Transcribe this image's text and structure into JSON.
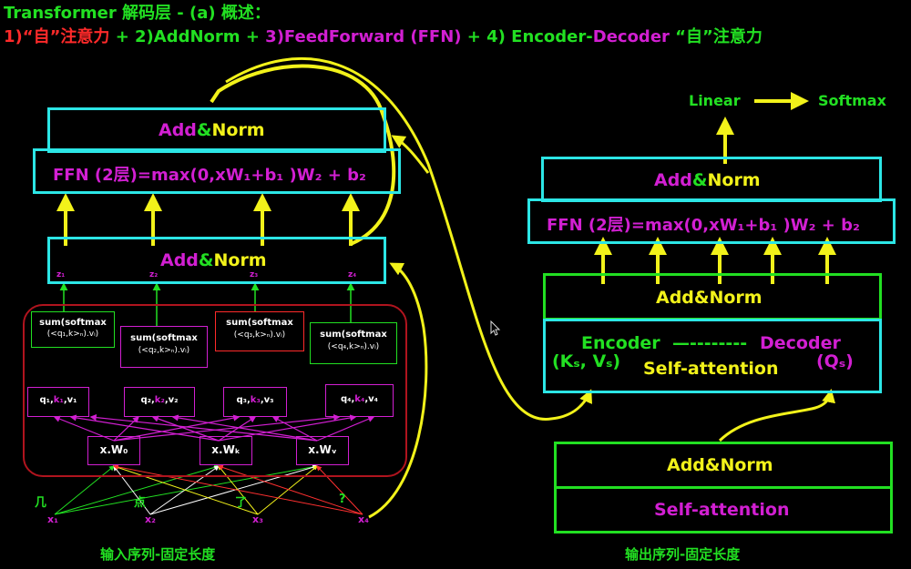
{
  "header": {
    "line1": {
      "parts": [
        {
          "text": "Transformer 解码层 - (a) 概述：",
          "color": "#22e022"
        }
      ]
    },
    "line2": {
      "parts": [
        {
          "text": "1)“自”注意力",
          "color": "#ff2a2a"
        },
        {
          "text": " + 2)AddNorm + ",
          "color": "#22e022"
        },
        {
          "text": "3)FeedForward (FFN)",
          "color": "#d21fd2"
        },
        {
          "text": " + 4) Encoder-",
          "color": "#22e022"
        },
        {
          "text": "Decoder",
          "color": "#d21fd2"
        },
        {
          "text": " “自”注意力",
          "color": "#22e022"
        }
      ]
    }
  },
  "left": {
    "top_addnorm": {
      "add": "Add",
      "amp": "&",
      "norm": "Norm"
    },
    "ffn": "FFN (2层)=max(0,xW₁+b₁ )W₂ + b₂",
    "mid_addnorm": {
      "add": "Add",
      "amp": "&",
      "norm": "Norm"
    },
    "z_labels": [
      "z₁",
      "z₂",
      "z₃",
      "z₄"
    ],
    "sum_boxes": [
      {
        "line1": "sum(softmax",
        "line2": "(<q₁,k>ₙ).vᵢ)"
      },
      {
        "line1": "sum(softmax",
        "line2": "(<q₂,k>ₙ).vᵢ)"
      },
      {
        "line1": "sum(softmax",
        "line2": "(<q₃,k>ₙ).vᵢ)"
      },
      {
        "line1": "sum(softmax",
        "line2": "(<q₄,k>ₙ).vᵢ)"
      }
    ],
    "qkv_boxes": [
      {
        "q": "q₁",
        "k": "k₁",
        "v": "v₁"
      },
      {
        "q": "q₂",
        "k": "k₂",
        "v": "v₂"
      },
      {
        "q": "q₃",
        "k": "k₃",
        "v": "v₃"
      },
      {
        "q": "q₄",
        "k": "k₄",
        "v": "v₄"
      }
    ],
    "weights": [
      "x.W₀",
      "x.Wₖ",
      "x.Wᵥ"
    ],
    "tokens": [
      {
        "char": "几",
        "x": "x₁"
      },
      {
        "char": "点",
        "x": "x₂"
      },
      {
        "char": "了",
        "x": "x₃"
      },
      {
        "char": "?",
        "x": "x₄"
      }
    ],
    "caption": "输入序列-固定长度"
  },
  "right": {
    "linear": "Linear",
    "softmax": "Softmax",
    "top_addnorm": {
      "add": "Add",
      "amp": "&",
      "norm": "Norm"
    },
    "ffn": "FFN (2层)=max(0,xW₁+b₁ )W₂ + b₂",
    "mid_addnorm": "Add&Norm",
    "encdec": {
      "encoder": "Encoder",
      "dash": "—--------",
      "decoder": "Decoder",
      "ks": "(Kₛ, Vₛ)",
      "self": "Self-attention",
      "qs": "(Qₛ)"
    },
    "bottom_addnorm": "Add&Norm",
    "self_attention": "Self-attention",
    "caption": "输出序列-固定长度"
  },
  "colors": {
    "green": "#22e022",
    "magenta": "#d21fd2",
    "red": "#ff2a2a",
    "cyan": "#2ce6e6",
    "yellow": "#f2f21a",
    "darkred": "#b0141e"
  }
}
